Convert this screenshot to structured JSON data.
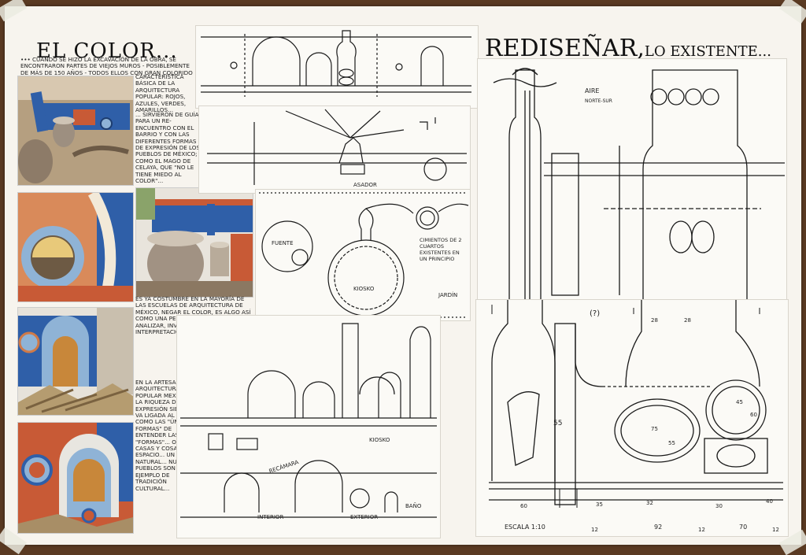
{
  "left_panel": {
    "title": "EL COLOR...",
    "intro_text": "••• CUANDO SE HIZO LA EXCAVACIÓN DE LA OBRA, SE ENCONTRARON PARTES DE VIEJOS MUROS - POSIBLEMENTE DE MÁS DE 150 AÑOS - TODOS ELLOS CON GRAN COLORIDO",
    "color_note": "CARACTERÍSTICA BÁSICA DE LA ARQUITECTURA POPULAR: ROJOS, AZULES, VERDES, AMARILLOS...",
    "guide_note": "... SIRVIERON DE GUÍA PARA UN RE-ENCUENTRO CON EL BARRIO Y CON LAS DIFERENTES FORMAS DE EXPRESIÓN DE LOS PUEBLOS DE MÉXICO; COMO EL MAGO DE CELAYA, QUE \"NO LE TIENE MIEDO AL COLOR\"...",
    "custom_note": "ES YA COSTUMBRE EN LA MAYORÍA DE LAS ESCUELAS DE ARQUITECTURA DE MÉXICO, NEGAR EL COLOR, ES ALGO ASÍ COMO UNA PEREZA MENTAL A PENSAR, ANALIZAR, INVESTIGAR LA INTERPRETACIÓN DE SU ESTUDIO.",
    "craft_note": "EN LA ARTESANÍA Y ARQUITECTURA POPULAR MEXICANAS LA RIQUEZA DE EXPRESIÓN SIEMPRE VA LIGADA AL COLOR COMO LAS \"ÚNICAS FORMAS\" DE ENTENDER LAS \"FORMAS\"... OBJETOS, CASAS Y COSAS, Y EL ESPACIO... UN ESPACIO NATURAL... NUESTROS PUEBLOS SON EL EJEMPLO DE TRADICIÓN CULTURAL..."
  },
  "right_panel": {
    "title_main": "REDISEÑAR,",
    "title_rest": "LO EXISTENTE..."
  },
  "sketch_labels": {
    "asador": "ASADOR",
    "fuente": "FUENTE",
    "kiosko": "KIOSKO",
    "cimientos": "CIMIENTOS DE 2 CUARTOS EXISTENTES EN UN PRINCIPIO",
    "jardin": "JARDÍN",
    "kiosko2": "KIOSKO",
    "recamara": "RECÁMARA",
    "interior": "INTERIOR",
    "exterior": "EXTERIOR",
    "bano": "BAÑO",
    "aire": "AIRE",
    "norte_sur": "NORTE-SUR",
    "question": "(?)",
    "escala": "ESCALA 1:10"
  },
  "dimensions": {
    "d28a": "28",
    "d28b": "28",
    "d45": "45",
    "d60top": "60",
    "d75": "75",
    "d55": "55",
    "dx55": "55",
    "d60": "60",
    "d35": "35",
    "d32": "32",
    "d30": "30",
    "d40": "40",
    "d12a": "12",
    "d92": "92",
    "d12b": "12",
    "d70": "70",
    "d12c": "12"
  },
  "colors": {
    "board": "#f7f4ee",
    "ink": "#1a1a1a",
    "terracotta": "#c85a36",
    "blue": "#2f5fa8",
    "sky": "#8fb3d6"
  }
}
